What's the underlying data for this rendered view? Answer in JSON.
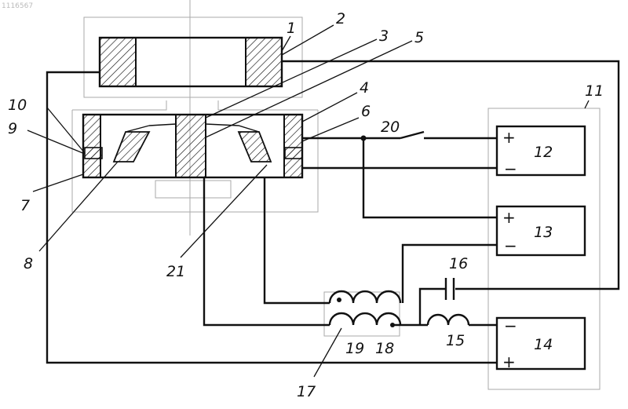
{
  "watermark": "1116567",
  "labels": {
    "l1": "1",
    "l2": "2",
    "l3": "3",
    "l4": "4",
    "l5": "5",
    "l6": "6",
    "l7": "7",
    "l8": "8",
    "l9": "9",
    "l10": "10",
    "l11": "11",
    "l12": "12",
    "l13": "13",
    "l14": "14",
    "l15": "15",
    "l16": "16",
    "l17": "17",
    "l18": "18",
    "l19": "19",
    "l20": "20",
    "l21": "21"
  },
  "signs": {
    "s12p": "+",
    "s12m": "−",
    "s13p": "+",
    "s13m": "−",
    "s14m": "−",
    "s14p": "+"
  }
}
